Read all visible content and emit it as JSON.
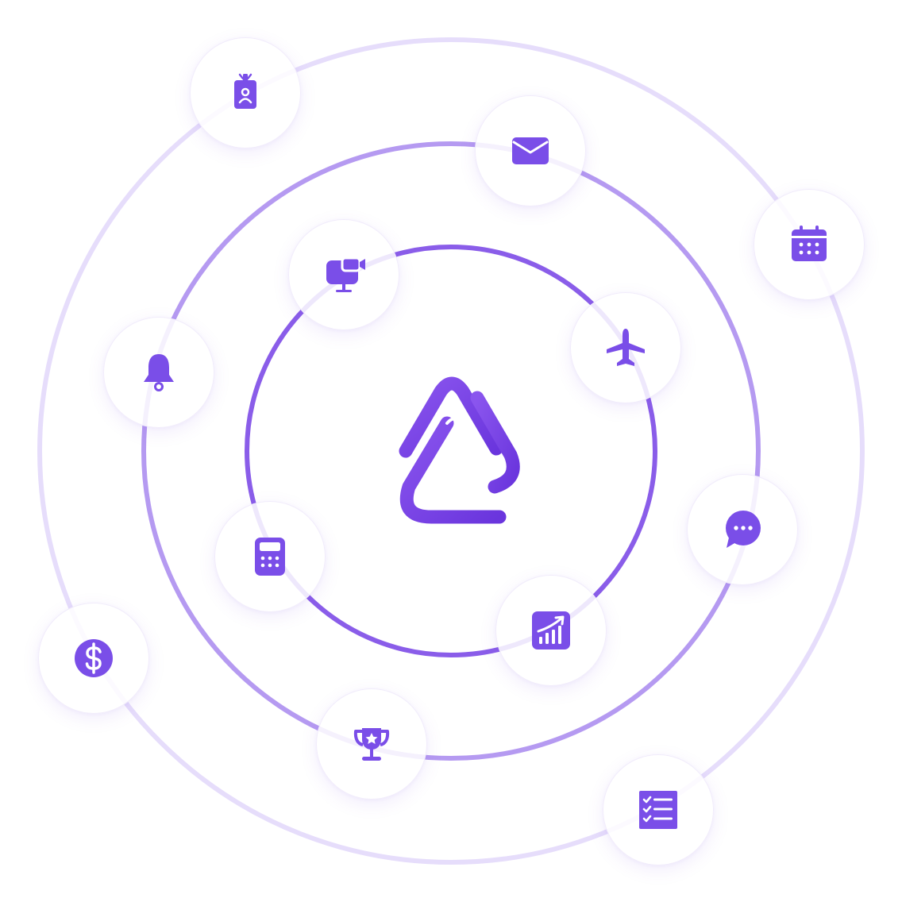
{
  "colors": {
    "accent": "#7c4de6",
    "icon": "#7a4ee8",
    "orbit_inner": "#8a5de9",
    "orbit_middle": "#b59af1",
    "orbit_outer": "#e6ddfb"
  },
  "center": {
    "icon": "brand-logo-icon"
  },
  "nodes": [
    {
      "id": "id-badge",
      "icon": "id-badge-icon"
    },
    {
      "id": "mail",
      "icon": "mail-icon"
    },
    {
      "id": "calendar",
      "icon": "calendar-icon"
    },
    {
      "id": "video-conference",
      "icon": "video-conference-icon"
    },
    {
      "id": "airplane",
      "icon": "airplane-icon"
    },
    {
      "id": "notification",
      "icon": "bell-icon"
    },
    {
      "id": "chat",
      "icon": "chat-icon"
    },
    {
      "id": "calculator",
      "icon": "calculator-icon"
    },
    {
      "id": "analytics",
      "icon": "growth-chart-icon"
    },
    {
      "id": "payments",
      "icon": "dollar-icon"
    },
    {
      "id": "achievements",
      "icon": "trophy-icon"
    },
    {
      "id": "tasks",
      "icon": "checklist-icon"
    }
  ]
}
